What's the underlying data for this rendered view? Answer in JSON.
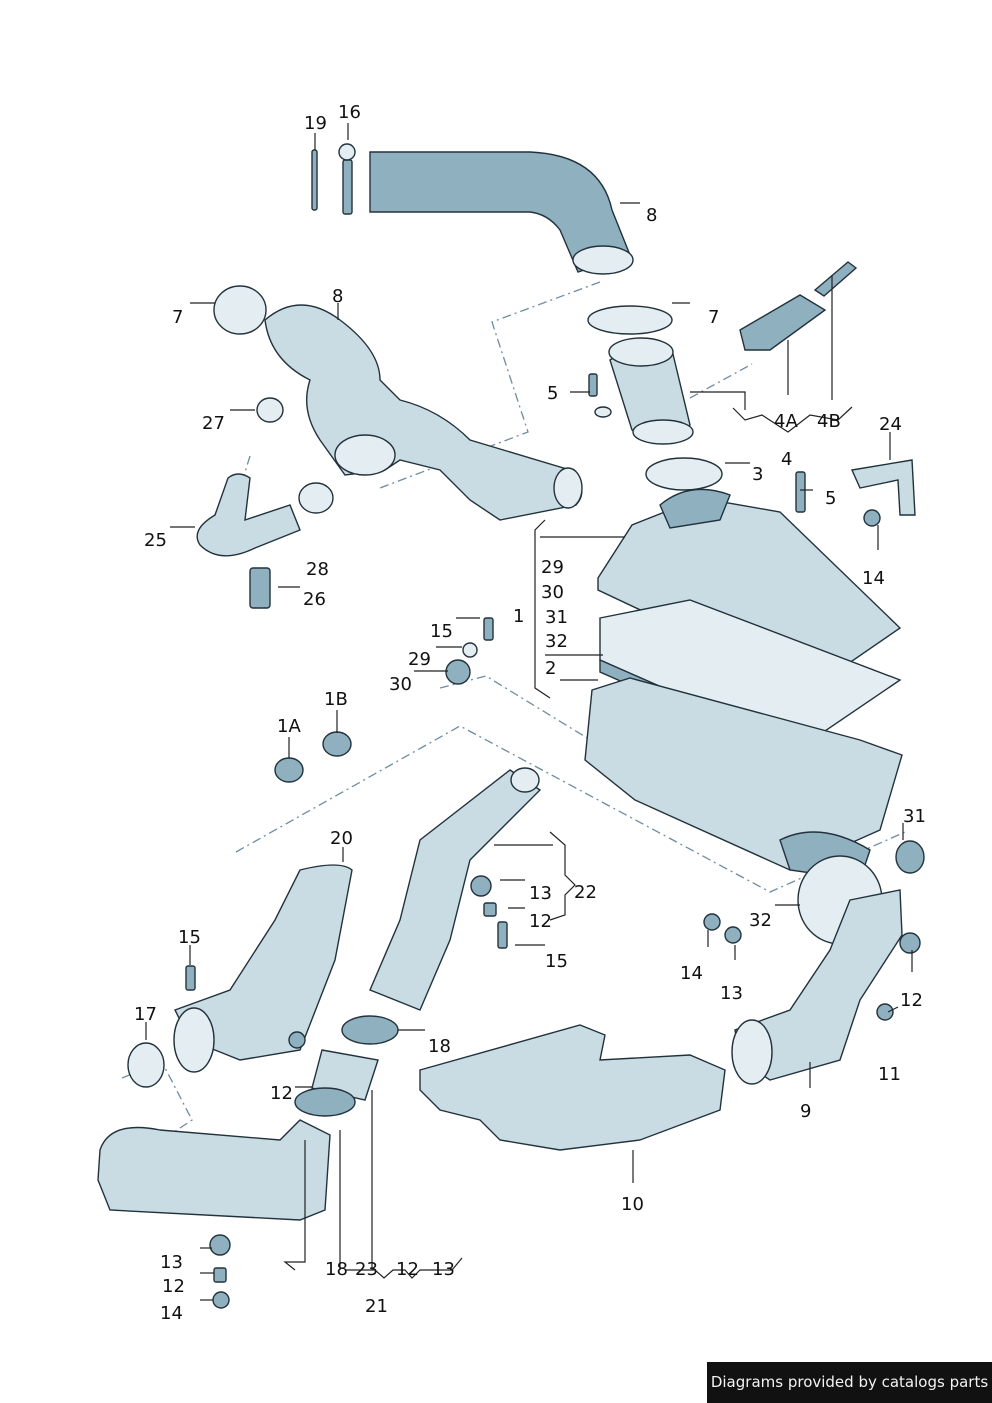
{
  "labels": {
    "l19": "19",
    "l16": "16",
    "l8a": "8",
    "l8b": "8",
    "l7a": "7",
    "l7b": "7",
    "l27": "27",
    "l25": "25",
    "l28": "28",
    "l26": "26",
    "l5a": "5",
    "l5b": "5",
    "l3": "3",
    "l4": "4",
    "l4a": "4A",
    "l4b": "4B",
    "l24": "24",
    "l14a": "14",
    "l29a": "29",
    "l30a": "30",
    "l31a": "31",
    "l32a": "32",
    "l1": "1",
    "l2": "2",
    "l15a": "15",
    "l29b": "29",
    "l30b": "30",
    "l1b": "1B",
    "l1a": "1A",
    "l20": "20",
    "l22": "22",
    "l13a": "13",
    "l12a": "12",
    "l15b": "15",
    "l15c": "15",
    "l17": "17",
    "l18a": "18",
    "l12b": "12",
    "l31b": "31",
    "l32b": "32",
    "l14b": "14",
    "l13b": "13",
    "l12c": "12",
    "l11": "11",
    "l9": "9",
    "l10": "10",
    "l13c": "13",
    "l12d": "12",
    "l14c": "14",
    "l18b": "18",
    "l23": "23",
    "l12e": "12",
    "l13d": "13",
    "l21": "21"
  },
  "credit": "Diagrams provided by catalogs parts"
}
